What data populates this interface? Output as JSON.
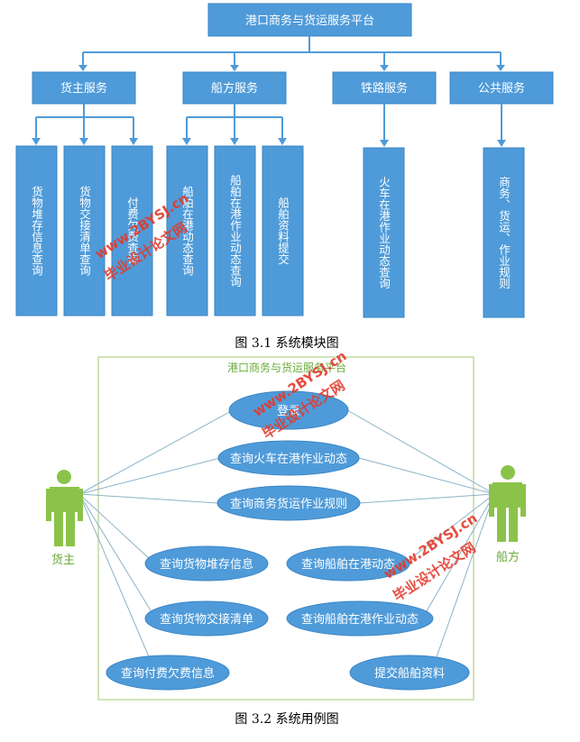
{
  "module_diagram": {
    "root": "港口商务与货运服务平台",
    "groups": [
      {
        "label": "货主服务",
        "children": [
          "货物堆存信息查询",
          "货物交接清单查询",
          "付费欠费查询"
        ]
      },
      {
        "label": "船方服务",
        "children": [
          "船舶在港动态查询",
          "船舶在港作业动态查询",
          "船舶资料提交"
        ]
      },
      {
        "label": "铁路服务",
        "children": [
          "火车在港作业动态查询"
        ]
      },
      {
        "label": "公共服务",
        "children": [
          "商务、货运、作业规则"
        ]
      }
    ],
    "caption": "图 3.1 系统模块图"
  },
  "usecase_diagram": {
    "system_name": "港口商务与货运服务平台",
    "actors": {
      "left": "货主",
      "right": "船方"
    },
    "use_cases": [
      "登录",
      "查询火车在港作业动态",
      "查询商务货运作业规则",
      "查询货物堆存信息",
      "查询船舶在港动态",
      "查询货物交接清单",
      "查询船舶在港作业动态",
      "查询付费欠费信息",
      "提交船舶资料"
    ],
    "caption": "图 3.2 系统用例图"
  },
  "watermark": {
    "site": "www.2BYSJ.cn",
    "name": "毕业设计论文网"
  },
  "colors": {
    "box": "#4f9bd9",
    "actor": "#8bc34a",
    "border": "#b5d08a",
    "watermark": "#e23a2c"
  }
}
